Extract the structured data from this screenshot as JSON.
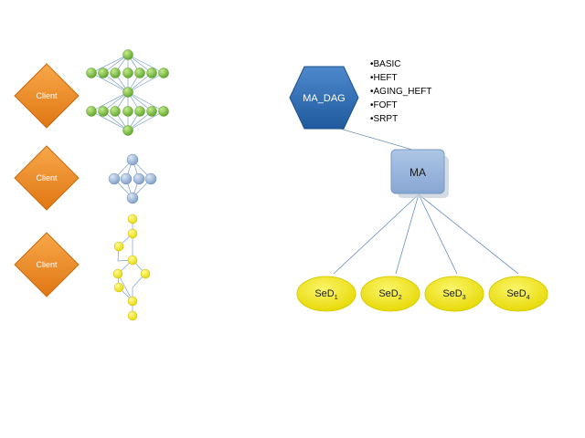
{
  "clients": [
    {
      "label": "Client"
    },
    {
      "label": "Client"
    },
    {
      "label": "Client"
    }
  ],
  "ma_dag": {
    "label": "MA_DAG",
    "algorithms": [
      "•BASIC",
      "•HEFT",
      "•AGING_HEFT",
      "•FOFT",
      "•SRPT"
    ]
  },
  "ma": {
    "label": "MA"
  },
  "seds": [
    {
      "base": "SeD",
      "sub": "1"
    },
    {
      "base": "SeD",
      "sub": "2"
    },
    {
      "base": "SeD",
      "sub": "3"
    },
    {
      "base": "SeD",
      "sub": "4"
    }
  ],
  "colors": {
    "client_fill": "#f08a1c",
    "green_node": "#7ec242",
    "blue_node": "#9db7dd",
    "yellow_node": "#f5ea0c",
    "hex_fill": "#2f6fb6",
    "ma_fill": "#95b3d7",
    "sed_fill": "#f2ea22",
    "edge": "#6a8fbf"
  }
}
